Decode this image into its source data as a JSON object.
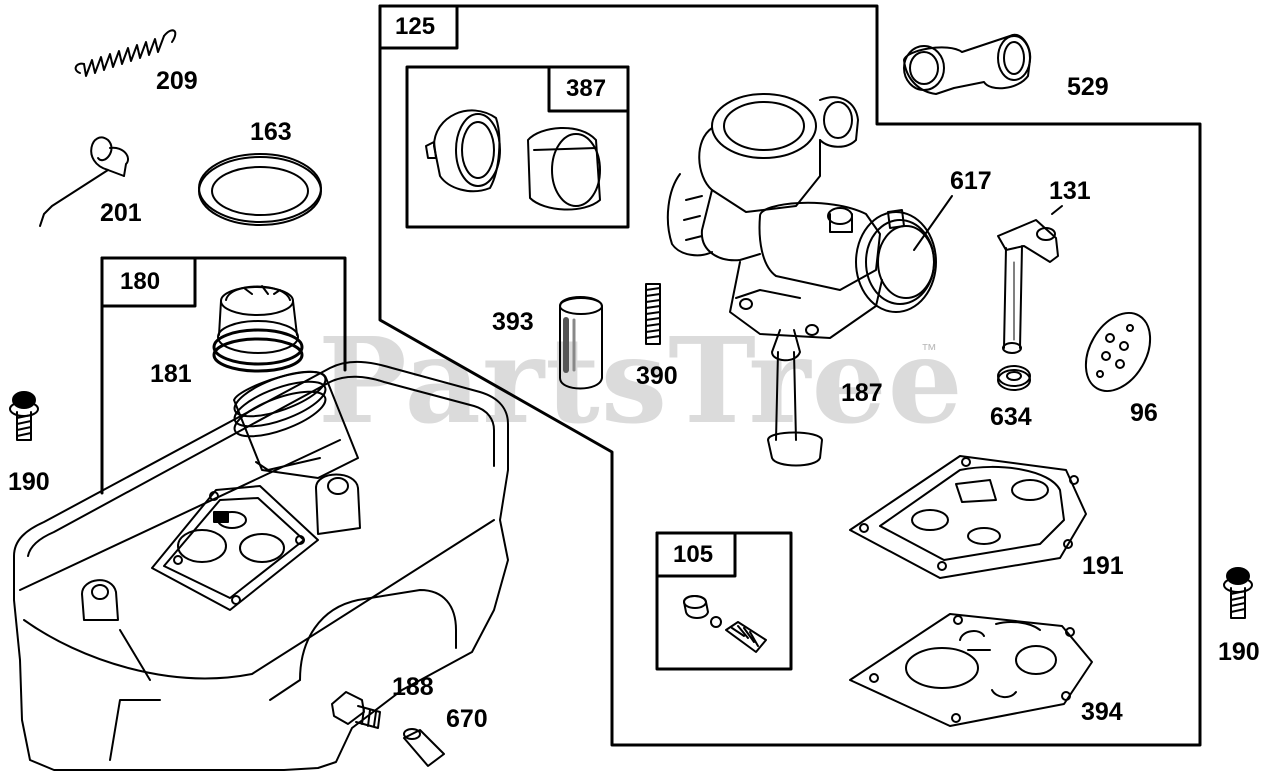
{
  "watermark": {
    "text": "PartsTree",
    "trademark": "™"
  },
  "boxes": {
    "b125": "125",
    "b387": "387",
    "b180": "180",
    "b105": "105"
  },
  "parts": {
    "p209": "209",
    "p163": "163",
    "p201": "201",
    "p181": "181",
    "p190a": "190",
    "p393": "393",
    "p390": "390",
    "p617": "617",
    "p131": "131",
    "p529": "529",
    "p187": "187",
    "p634": "634",
    "p96": "96",
    "p191": "191",
    "p190b": "190",
    "p394": "394",
    "p188": "188",
    "p670": "670"
  }
}
